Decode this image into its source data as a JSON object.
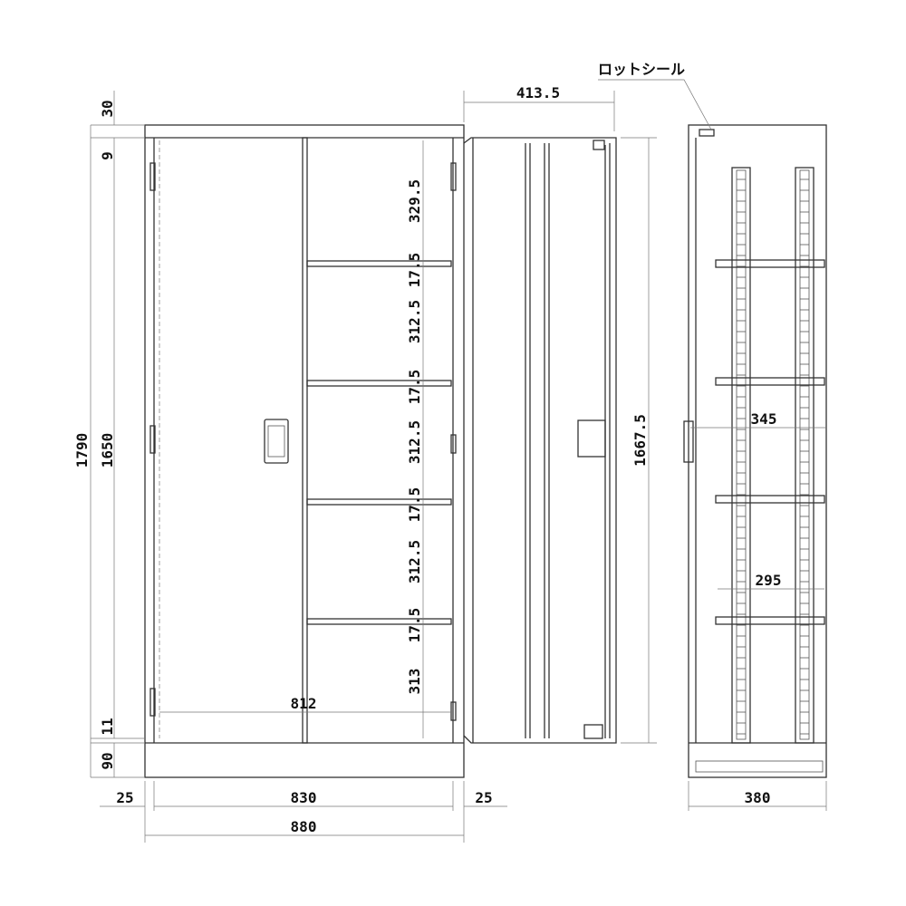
{
  "label": "ロットシール",
  "dimensions": {
    "top_band": "30",
    "top_gap": "9",
    "total_height": "1790",
    "inner_height": "1650",
    "bottom_gap": "11",
    "base_height": "90",
    "shelf_spaces": [
      "329.5",
      "312.5",
      "312.5",
      "312.5",
      "313"
    ],
    "shelf_thickness": [
      "17.5",
      "17.5",
      "17.5",
      "17.5"
    ],
    "inner_width": "812",
    "left_side": "25",
    "door_width": "830",
    "right_side": "25",
    "total_width": "880",
    "door_swing": "413.5",
    "door_height": "1667.5",
    "side_depth_upper": "345",
    "side_depth_shelf": "295",
    "total_depth": "380"
  }
}
